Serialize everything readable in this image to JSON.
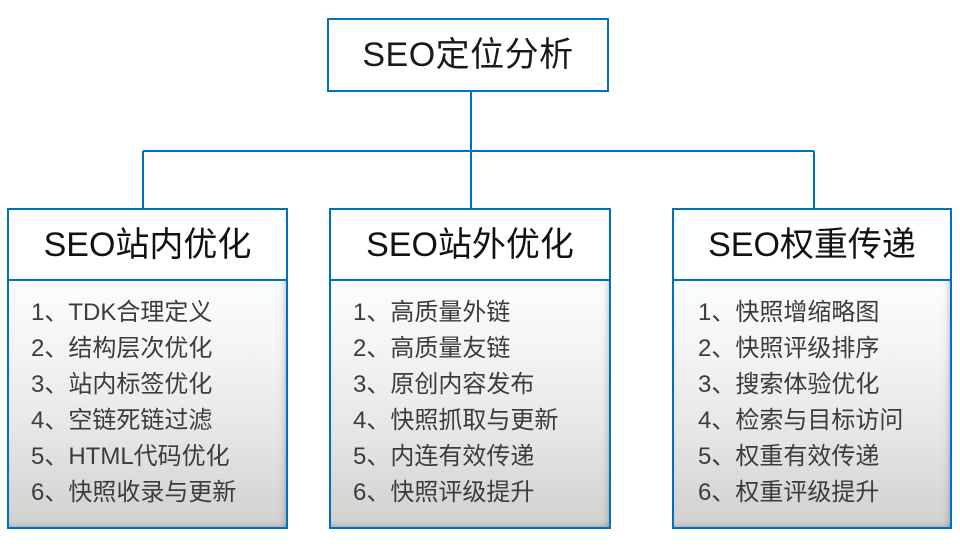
{
  "diagram": {
    "title": "SEO定位分析",
    "root": {
      "label": "SEO定位分析"
    },
    "colors": {
      "border": "#0070c0",
      "root_text": "#1a1a1a",
      "header_text": "#111111",
      "list_text": "#3c3c3c",
      "card_body_top": "#fdfdfd",
      "card_body_bottom": "#d2d2d2",
      "background": "#ffffff"
    },
    "branches": [
      {
        "header": "SEO站内优化",
        "items": [
          "1、TDK合理定义",
          "2、结构层次优化",
          "3、站内标签优化",
          "4、空链死链过滤",
          "5、HTML代码优化",
          "6、快照收录与更新"
        ]
      },
      {
        "header": "SEO站外优化",
        "items": [
          "1、高质量外链",
          "2、高质量友链",
          "3、原创内容发布",
          "4、快照抓取与更新",
          "5、内连有效传递",
          "6、快照评级提升"
        ]
      },
      {
        "header": "SEO权重传递",
        "items": [
          "1、快照增缩略图",
          "2、快照评级排序",
          "3、搜索体验优化",
          "4、检索与目标访问",
          "5、权重有效传递",
          "6、权重评级提升"
        ]
      }
    ]
  }
}
